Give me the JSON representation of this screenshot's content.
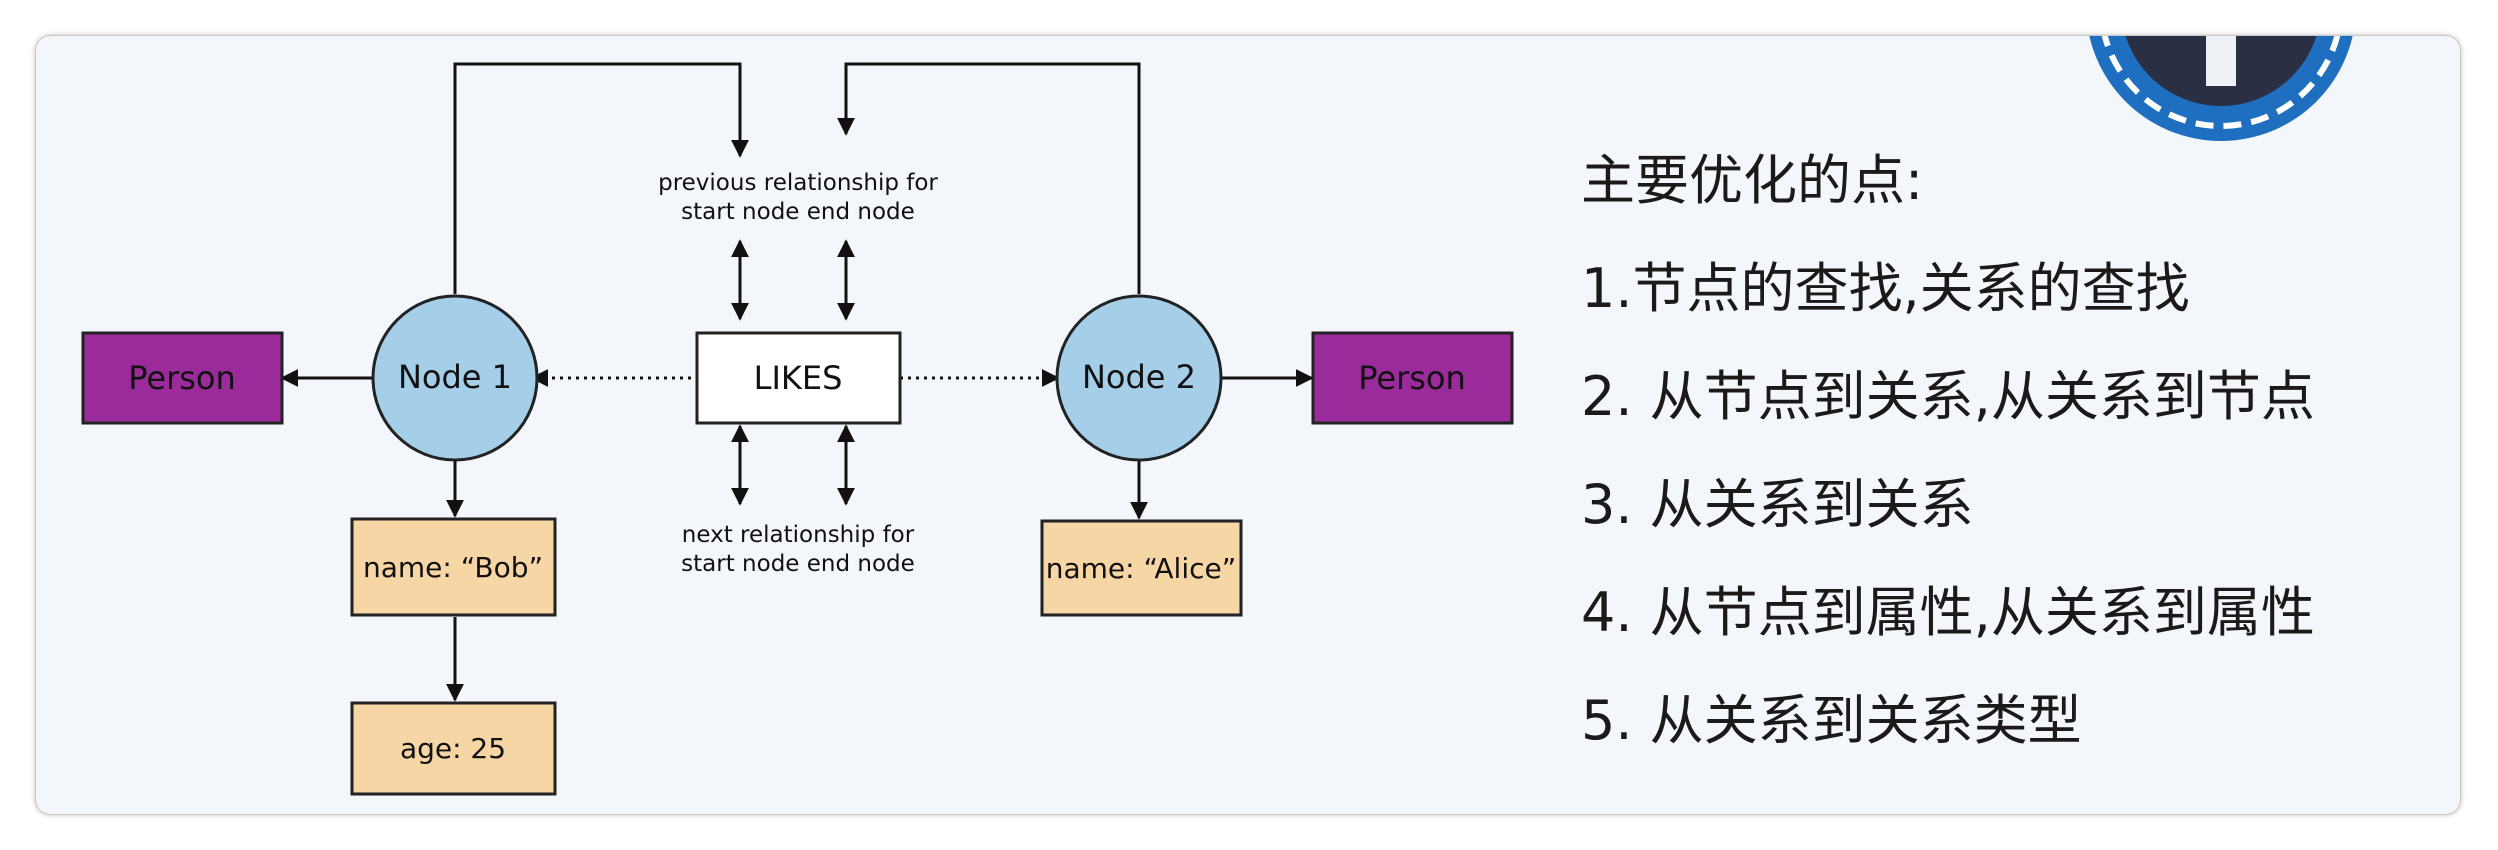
{
  "diagram": {
    "node1": {
      "label": "Node 1"
    },
    "node2": {
      "label": "Node 2"
    },
    "relationship": {
      "label": "LIKES"
    },
    "person_left": {
      "label": "Person"
    },
    "person_right": {
      "label": "Person"
    },
    "prop_bob": {
      "label": "name: “Bob”"
    },
    "prop_age": {
      "label": "age: 25"
    },
    "prop_alice": {
      "label": "name: “Alice”"
    },
    "prev_note": {
      "line1": "previous relationship for",
      "line2": "start node end node"
    },
    "next_note": {
      "line1": "next relationship for",
      "line2": "start node end node"
    },
    "colors": {
      "node_fill": "#a5cfe9",
      "person_fill": "#9b2b9b",
      "property_fill": "#f7d6a6",
      "background": "#f3f6fa"
    }
  },
  "panel": {
    "title": "主要优化的点:",
    "items": [
      "1.节点的查找,关系的查找",
      "2. 从节点到关系,从关系到节点",
      "3. 从关系到关系",
      "4. 从节点到属性,从关系到属性",
      "5. 从关系到关系类型"
    ]
  }
}
